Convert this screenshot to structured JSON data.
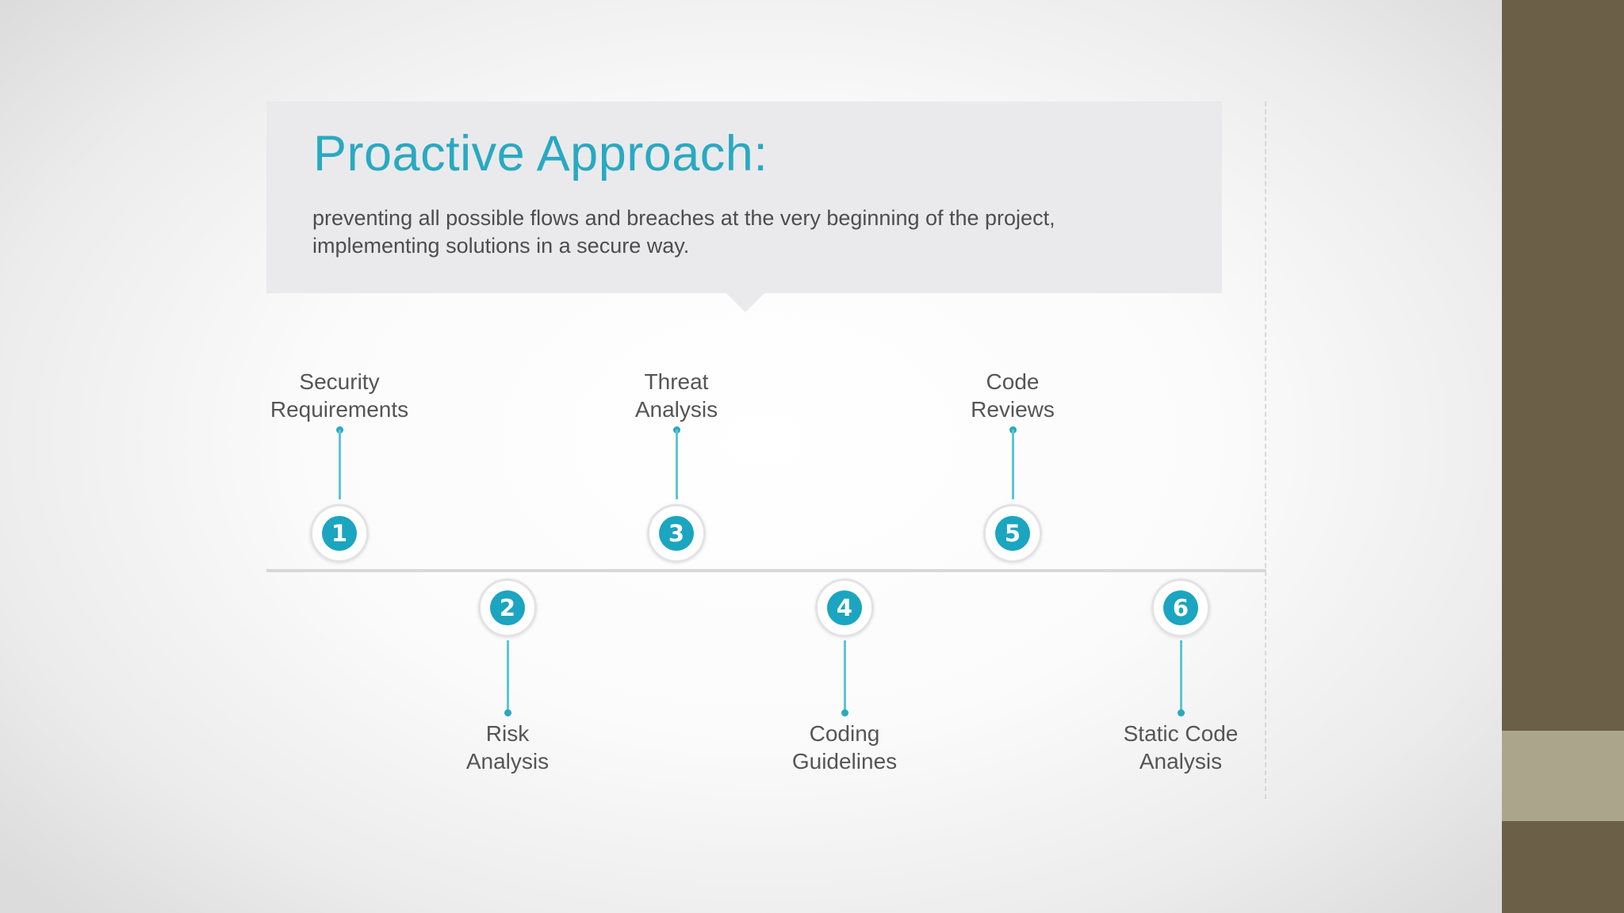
{
  "callout": {
    "title": "Proactive Approach:",
    "description": "preventing all possible flows and breaches at the very beginning of the project, implementing solutions in a secure way."
  },
  "steps": [
    {
      "number": "1",
      "label": "Security\nRequirements"
    },
    {
      "number": "2",
      "label": "Risk\nAnalysis"
    },
    {
      "number": "3",
      "label": "Threat\nAnalysis"
    },
    {
      "number": "4",
      "label": "Coding\nGuidelines"
    },
    {
      "number": "5",
      "label": "Code\nReviews"
    },
    {
      "number": "6",
      "label": "Static Code\nAnalysis"
    }
  ],
  "colors": {
    "accent": "#29a9c2",
    "callout_bg": "#eaeaec",
    "sidebar": "#6b5f48",
    "sidebar_accent": "#aba58c"
  }
}
